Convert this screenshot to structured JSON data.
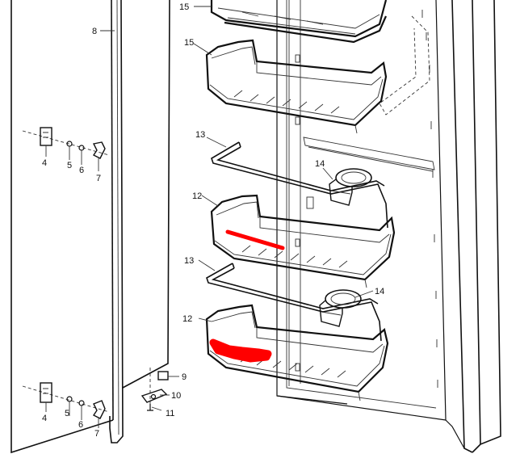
{
  "labels": {
    "l4a": "4",
    "l5a": "5",
    "l6a": "6",
    "l7a": "7",
    "l4b": "4",
    "l5b": "5",
    "l6b": "6",
    "l7b": "7",
    "l8": "8",
    "l9": "9",
    "l10": "10",
    "l11": "11",
    "l12a": "12",
    "l12b": "12",
    "l13a": "13",
    "l13b": "13",
    "l14a": "14",
    "l14b": "14",
    "l15a": "15",
    "l15b": "15"
  },
  "colors": {
    "highlight": "#ff0000",
    "line": "#111111"
  }
}
